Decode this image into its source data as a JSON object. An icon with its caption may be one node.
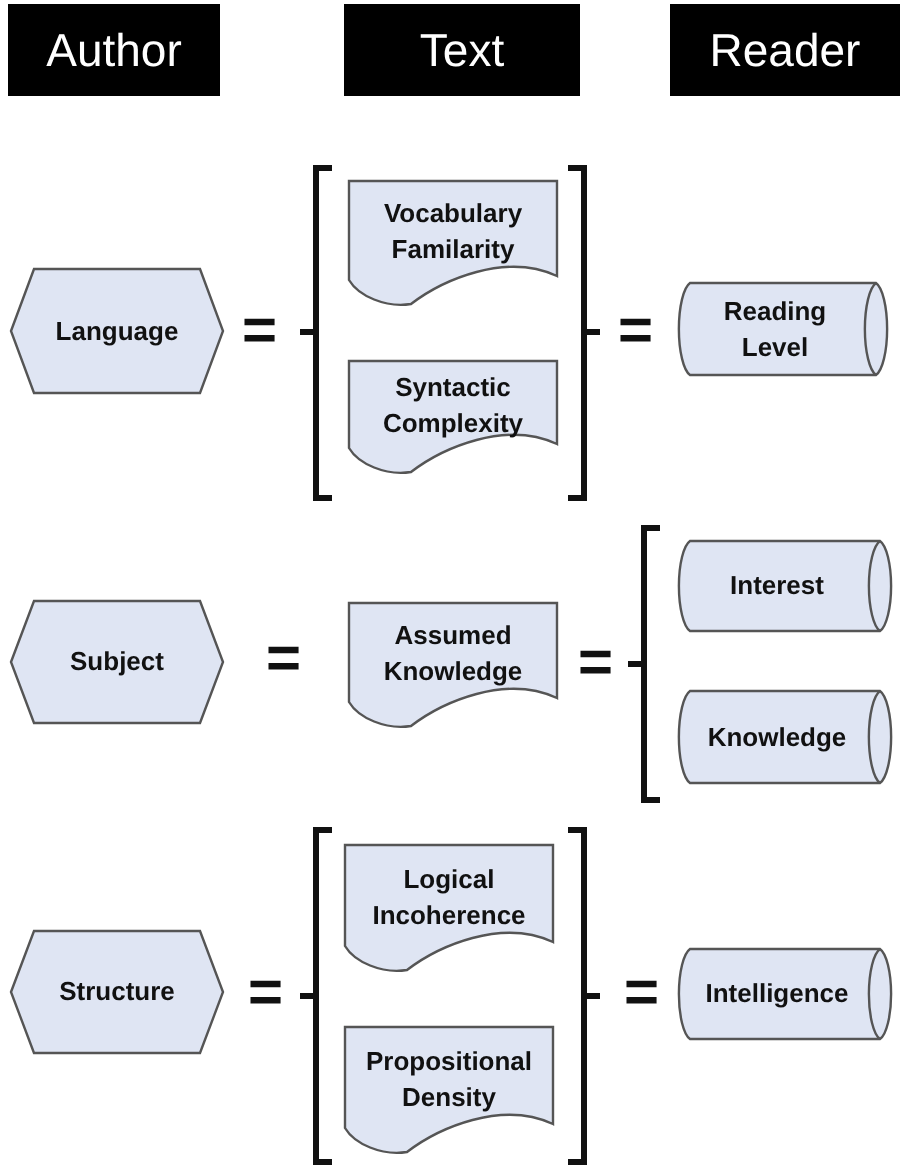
{
  "diagram": {
    "nodes": [
      {
        "text": [
          "Author"
        ]
      },
      {
        "text": [
          "Text"
        ]
      },
      {
        "text": [
          "Reader"
        ]
      },
      {
        "text": [
          "Language"
        ]
      },
      {
        "text": [
          "Vocabulary Familarity"
        ]
      },
      {
        "text": [
          "Syntactic Complexity"
        ]
      },
      {
        "text": [
          "Reading Level"
        ]
      },
      {
        "text": [
          "Subject"
        ]
      },
      {
        "text": [
          "Assumed Knowledge"
        ]
      },
      {
        "text": [
          "Interest"
        ]
      },
      {
        "text": [
          "Knowledge"
        ]
      },
      {
        "text": [
          "Structure"
        ]
      },
      {
        "text": [
          "Logical Incoherence"
        ]
      },
      {
        "text": [
          "Propositional Density"
        ]
      },
      {
        "text": [
          "Intelligence"
        ]
      }
    ],
    "labels": [
      "=",
      "=",
      "=",
      "=",
      "=",
      "="
    ]
  }
}
